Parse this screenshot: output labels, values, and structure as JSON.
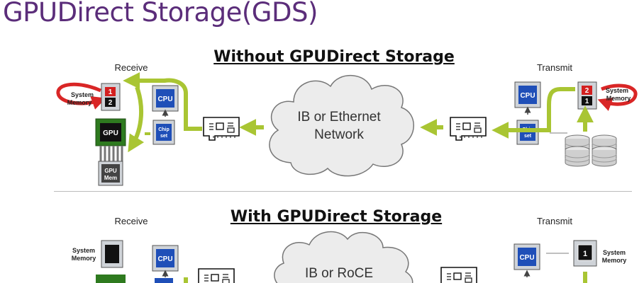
{
  "title": "GPUDirect Storage(GDS)",
  "top": {
    "heading": "Without GPUDirect Storage",
    "receive": "Receive",
    "transmit": "Transmit",
    "network": [
      "IB or Ethernet",
      "Network"
    ],
    "sys_mem_left": [
      "System",
      "Memory"
    ],
    "sys_mem_right": [
      "System",
      "Memory"
    ],
    "cpu": "CPU",
    "chipset": [
      "Chip",
      "set"
    ],
    "gpu": "GPU",
    "gpu_mem": [
      "GPU",
      "Mem"
    ],
    "buffer_top": "1",
    "buffer_bottom": "2",
    "buffer_right_top": "2",
    "buffer_right_bottom": "1"
  },
  "bottom": {
    "heading": "With GPUDirect Storage",
    "receive": "Receive",
    "transmit": "Transmit",
    "network": [
      "IB or RoCE"
    ],
    "sys_mem_left": [
      "System",
      "Memory"
    ],
    "sys_mem_right": [
      "System",
      "Memory"
    ],
    "cpu": "CPU",
    "buffer_right": "1"
  },
  "colors": {
    "title": "#5b2d7a",
    "cpu_blue": "#1f4fb8",
    "gpu_green": "#3d8a2a",
    "arrow_green": "#a9c533",
    "red_arrow": "#d92626"
  }
}
